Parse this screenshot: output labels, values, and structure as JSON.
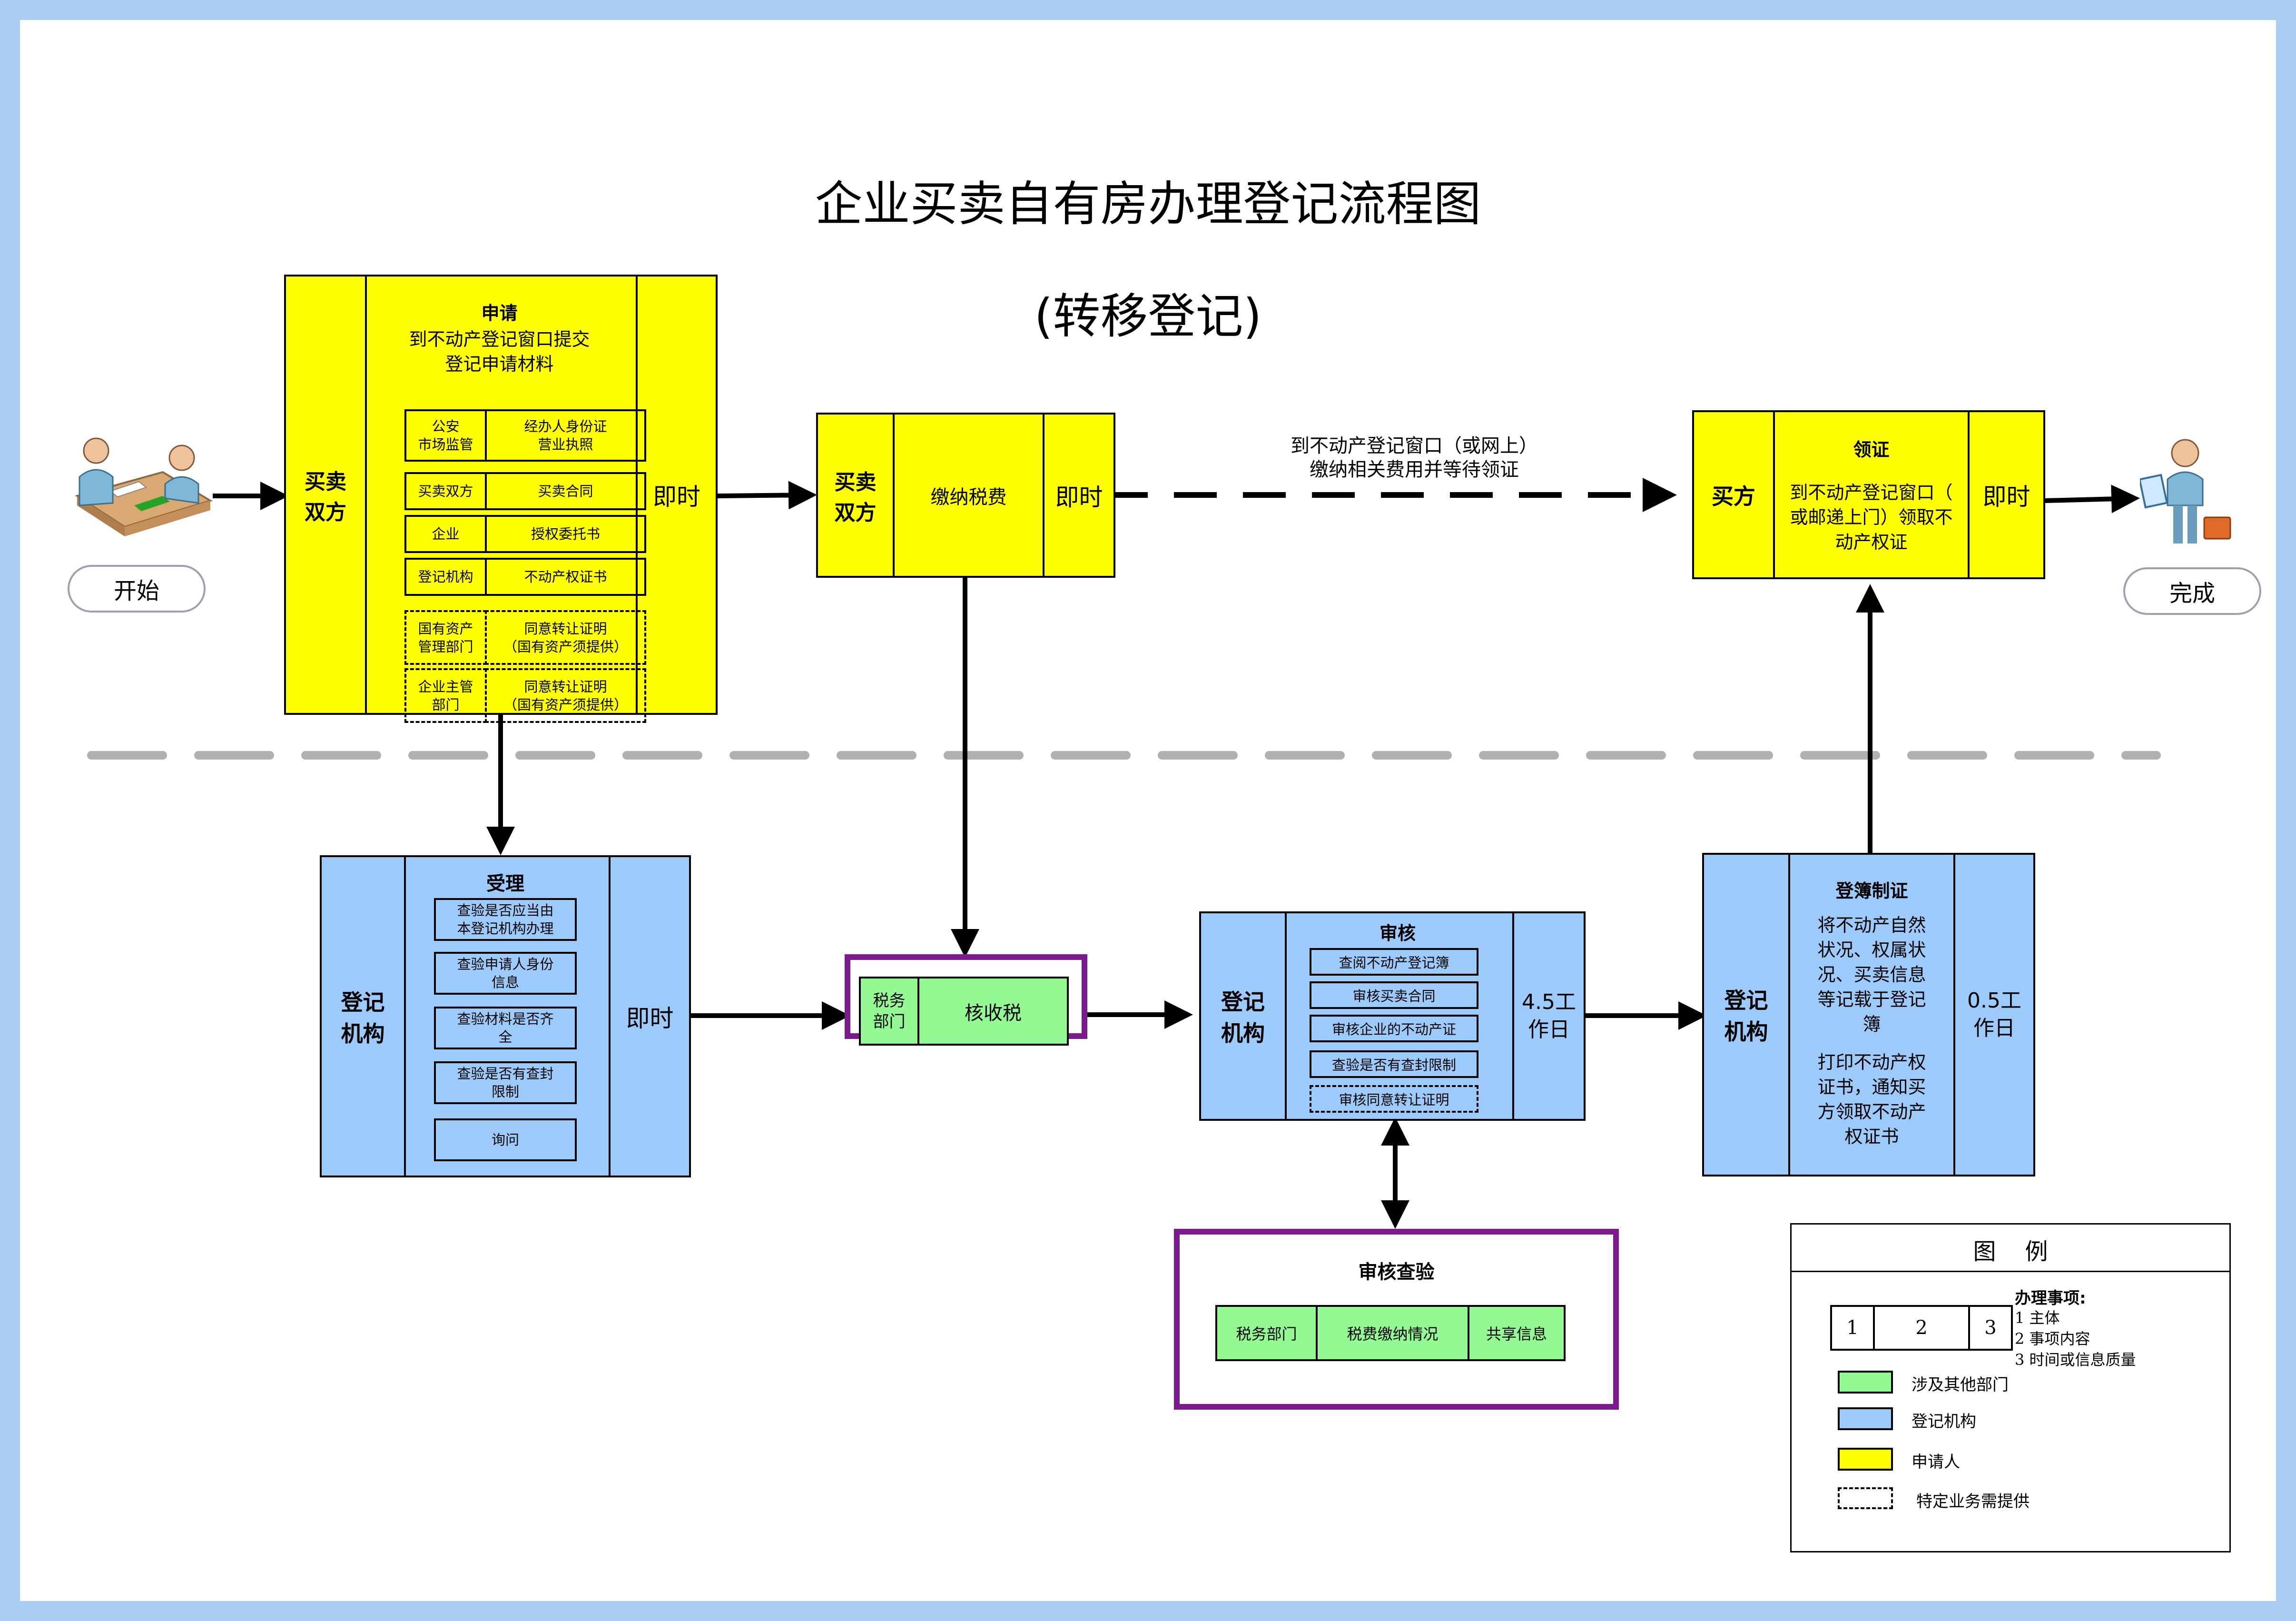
{
  "title": {
    "line1": "企业买卖自有房办理登记流程图",
    "line2": "(转移登记)"
  },
  "start": {
    "label": "开始",
    "icon": "meeting-people-icon"
  },
  "finish": {
    "label": "完成",
    "icon": "businessman-icon"
  },
  "apply": {
    "actor": "买卖\n双方",
    "heading": "申请",
    "desc": "到不动产登记窗口提交\n登记申请材料",
    "time": "即时",
    "rows": [
      {
        "subject": "公安\n市场监管",
        "content": "经办人身份证\n营业执照",
        "dashed": false
      },
      {
        "subject": "买卖双方",
        "content": "买卖合同",
        "dashed": false
      },
      {
        "subject": "企业",
        "content": "授权委托书",
        "dashed": false
      },
      {
        "subject": "登记机构",
        "content": "不动产权证书",
        "dashed": false
      },
      {
        "subject": "国有资产\n管理部门",
        "content": "同意转让证明\n（国有资产须提供）",
        "dashed": true
      },
      {
        "subject": "企业主管\n部门",
        "content": "同意转让证明\n（国有资产须提供）",
        "dashed": true
      }
    ]
  },
  "pay": {
    "actor": "买卖\n双方",
    "content": "缴纳税费",
    "time": "即时"
  },
  "wait_note": "到不动产登记窗口（或网上）\n缴纳相关费用并等待领证",
  "collect": {
    "actor": "买方",
    "heading": "领证",
    "desc": "到不动产登记窗口（\n或邮递上门）领取不\n动产权证",
    "time": "即时"
  },
  "accept": {
    "actor": "登记\n机构",
    "heading": "受理",
    "time": "即时",
    "items": [
      "查验是否应当由\n本登记机构办理",
      "查验申请人身份\n信息",
      "查验材料是否齐\n全",
      "查验是否有查封\n限制",
      "询问"
    ]
  },
  "tax_verify": {
    "dept": "税务\n部门",
    "content": "核收税"
  },
  "review": {
    "actor": "登记\n机构",
    "heading": "审核",
    "time": "4.5工\n作日",
    "items": [
      {
        "text": "查阅不动产登记簿",
        "dashed": false
      },
      {
        "text": "审核买卖合同",
        "dashed": false
      },
      {
        "text": "审核企业的不动产证",
        "dashed": false
      },
      {
        "text": "查验是否有查封限制",
        "dashed": false
      },
      {
        "text": "审核同意转让证明",
        "dashed": true
      }
    ]
  },
  "register": {
    "actor": "登记\n机构",
    "heading": "登簿制证",
    "desc1": "将不动产自然\n状况、权属状\n况、买卖信息\n等记载于登记\n簿",
    "desc2": "打印不动产权\n证书，通知买\n方领取不动产\n权证书",
    "time": "0.5工\n作日"
  },
  "check": {
    "title": "审核查验",
    "dept": "税务部门",
    "content": "税费缴纳情况",
    "info": "共享信息"
  },
  "legend": {
    "title": "图    例",
    "item_heading": "办理事项:",
    "items": [
      "1 主体",
      "2 事项内容",
      "3 时间或信息质量"
    ],
    "sample_cells": [
      "1",
      "2",
      "3"
    ],
    "other_dept": "涉及其他部门",
    "reg_org": "登记机构",
    "applicant": "申请人",
    "special": "特定业务需提供"
  },
  "colors": {
    "applicant": "#ffff00",
    "registry": "#9ccbfb",
    "other_dept": "#93fa93",
    "border_accent": "#7b1a8c",
    "frame": "#a9ccf2"
  }
}
